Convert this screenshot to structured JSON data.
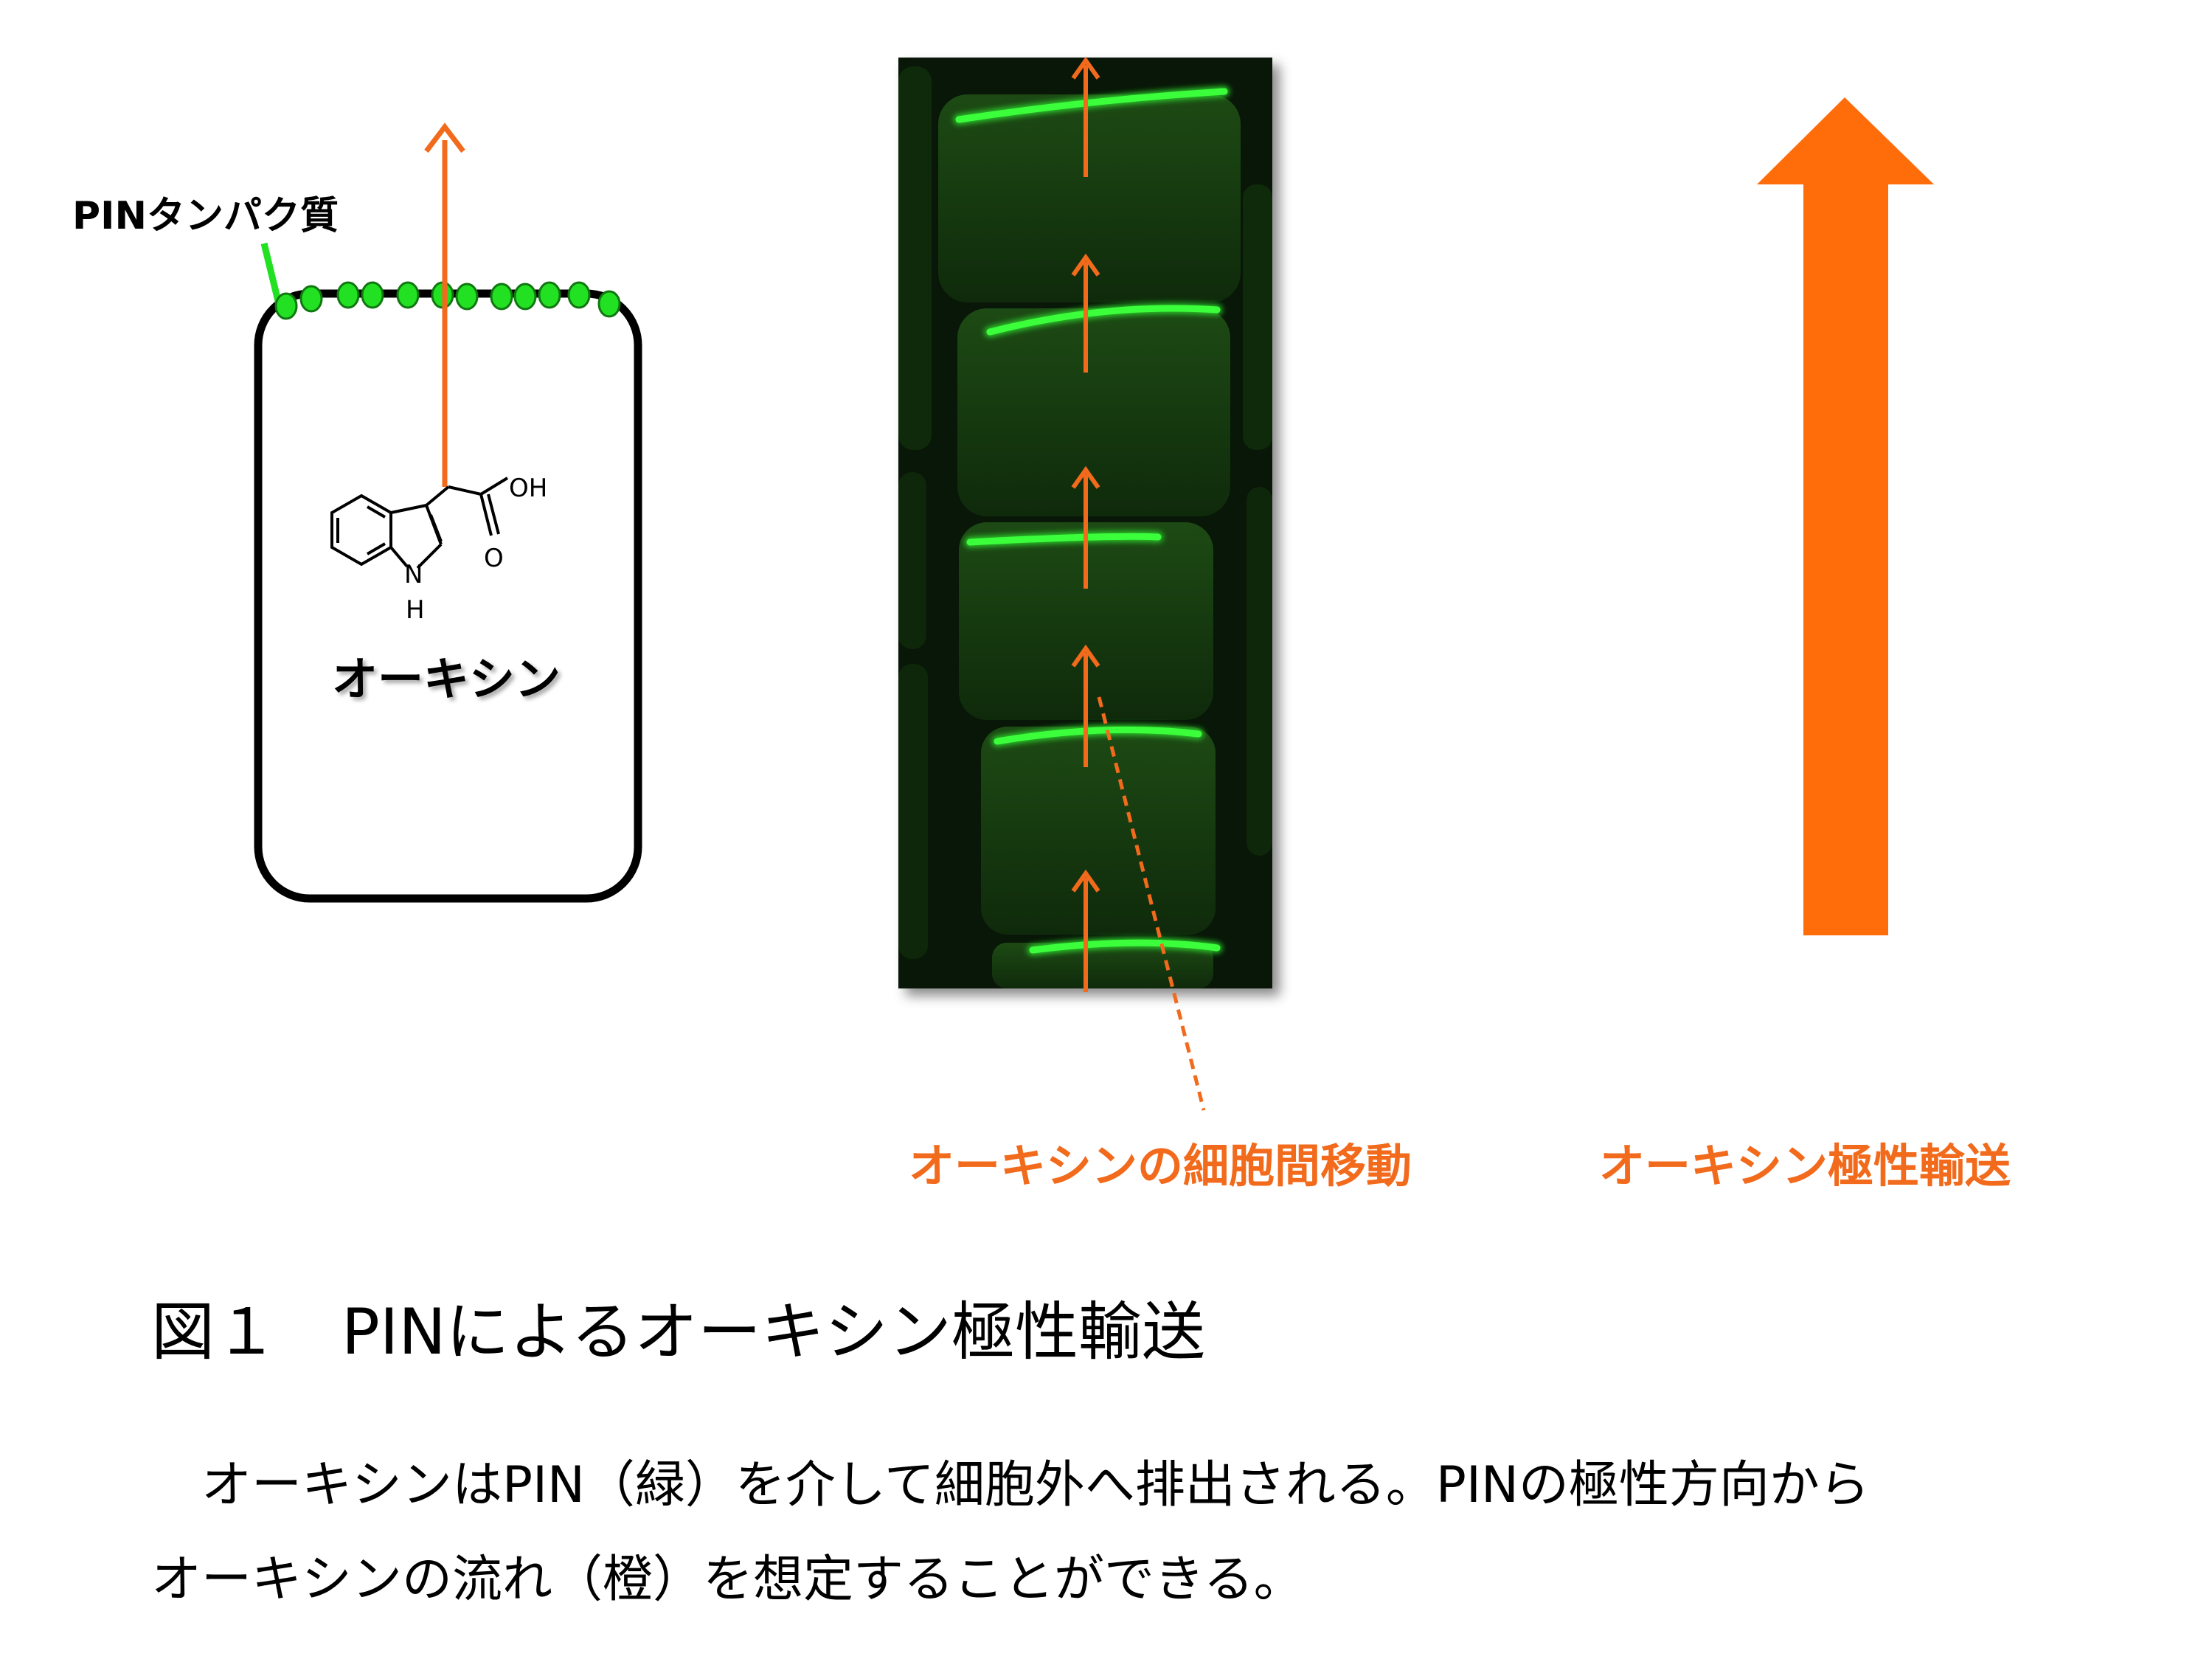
{
  "labels": {
    "pin_protein": "PINタンパク質",
    "auxin": "オーキシン",
    "intercellular_movement": "オーキシンの細胞間移動",
    "polar_transport": "オーキシン極性輸送"
  },
  "chemistry": {
    "oh": "OH",
    "o": "O",
    "n": "N",
    "h": "H"
  },
  "figure_title": "図１　PINによるオーキシン極性輸送",
  "caption": {
    "line1": "　オーキシンはPIN（緑）を介して細胞外へ排出される。PINの極性方向から",
    "line2": "オーキシンの流れ（橙）を想定することができる。"
  },
  "colors": {
    "orange": "#f26a1b",
    "pin_green": "#22e022",
    "micrograph_bg": "#0a1a08"
  },
  "icons": {
    "cell": "cell-outline-icon",
    "arrow": "up-arrow-icon",
    "molecule": "indole-acetic-acid-structure-icon"
  }
}
